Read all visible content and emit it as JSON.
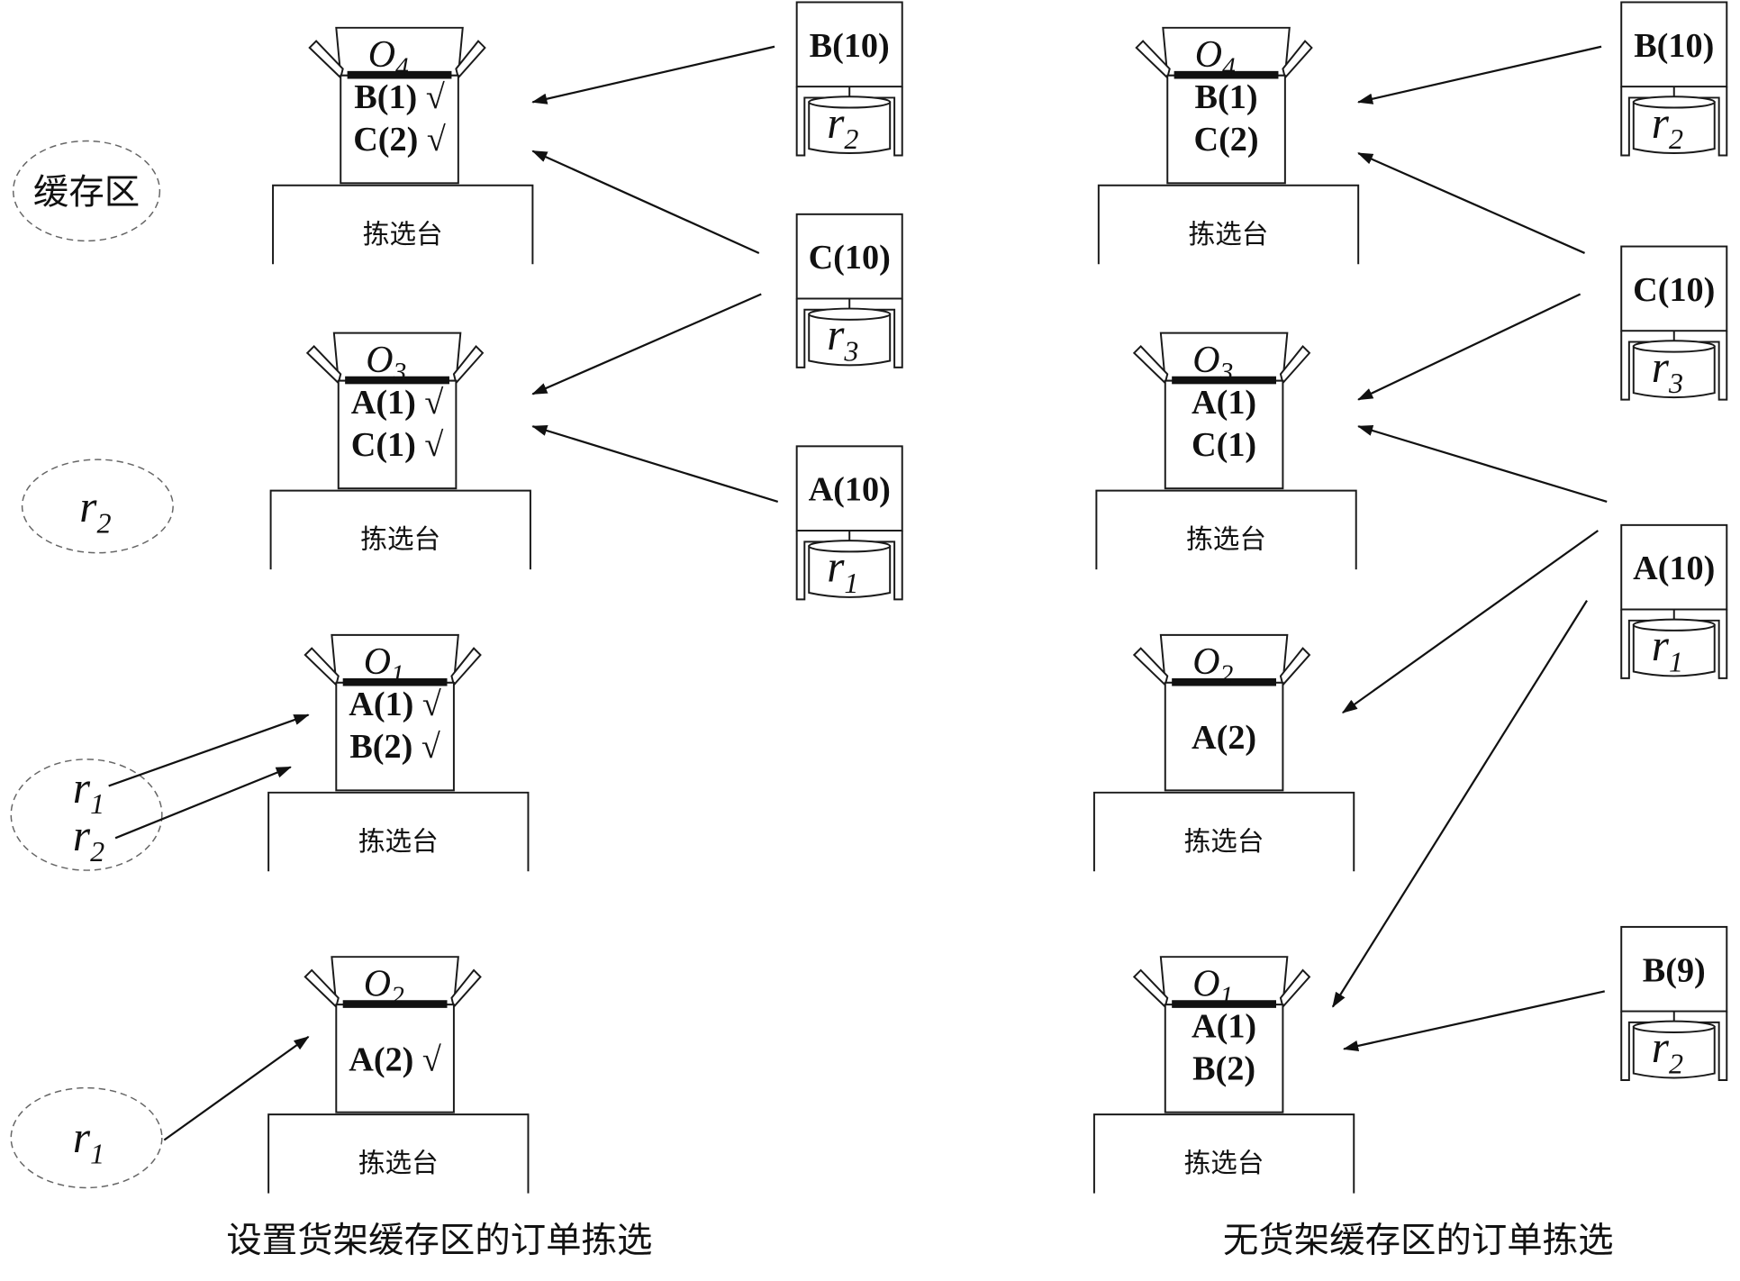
{
  "left_panel": {
    "caption": "设置货架缓存区的订单拣选",
    "buffer_label": "缓存区",
    "stations": [
      {
        "order": "O",
        "order_sub": "4",
        "items": [
          "B(1) √",
          "C(2) √"
        ],
        "table_label": "拣选台"
      },
      {
        "order": "O",
        "order_sub": "3",
        "items": [
          "A(1) √",
          "C(1) √"
        ],
        "table_label": "拣选台"
      },
      {
        "order": "O",
        "order_sub": "1",
        "items": [
          "A(1) √",
          "B(2) √"
        ],
        "table_label": "拣选台"
      },
      {
        "order": "O",
        "order_sub": "2",
        "items": [
          "A(2) √"
        ],
        "table_label": "拣选台"
      }
    ],
    "shelves": [
      {
        "label": "B(10)",
        "robot": "r",
        "robot_sub": "2"
      },
      {
        "label": "C(10)",
        "robot": "r",
        "robot_sub": "3"
      },
      {
        "label": "A(10)",
        "robot": "r",
        "robot_sub": "1"
      }
    ],
    "queued_robots": [
      {
        "robots": [
          {
            "id": "r",
            "sub": "2"
          }
        ]
      },
      {
        "robots": [
          {
            "id": "r",
            "sub": "1"
          },
          {
            "id": "r",
            "sub": "2"
          }
        ]
      },
      {
        "robots": [
          {
            "id": "r",
            "sub": "1"
          }
        ]
      }
    ]
  },
  "right_panel": {
    "caption": "无货架缓存区的订单拣选",
    "stations": [
      {
        "order": "O",
        "order_sub": "4",
        "items": [
          "B(1)",
          "C(2)"
        ],
        "table_label": "拣选台"
      },
      {
        "order": "O",
        "order_sub": "3",
        "items": [
          "A(1)",
          "C(1)"
        ],
        "table_label": "拣选台"
      },
      {
        "order": "O",
        "order_sub": "2",
        "items": [
          "A(2)"
        ],
        "table_label": "拣选台"
      },
      {
        "order": "O",
        "order_sub": "1",
        "items": [
          "A(1)",
          "B(2)"
        ],
        "table_label": "拣选台"
      }
    ],
    "shelves": [
      {
        "label": "B(10)",
        "robot": "r",
        "robot_sub": "2"
      },
      {
        "label": "C(10)",
        "robot": "r",
        "robot_sub": "3"
      },
      {
        "label": "A(10)",
        "robot": "r",
        "robot_sub": "1"
      },
      {
        "label": "B(9)",
        "robot": "r",
        "robot_sub": "2"
      }
    ]
  }
}
